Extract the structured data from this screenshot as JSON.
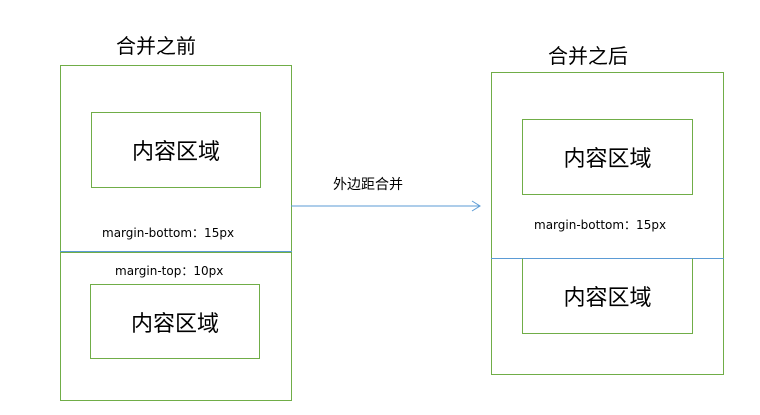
{
  "before": {
    "title": "合并之前",
    "box_top_label": "内容区域",
    "box_bottom_label": "内容区域",
    "margin_bottom_text": "margin-bottom：15px",
    "margin_top_text": "margin-top：10px"
  },
  "arrow": {
    "label": "外边距合并"
  },
  "after": {
    "title": "合并之后",
    "box_top_label": "内容区域",
    "box_bottom_label": "内容区域",
    "margin_bottom_text": "margin-bottom：15px"
  },
  "colors": {
    "box_border": "#70ad47",
    "line": "#5b9bd5"
  }
}
